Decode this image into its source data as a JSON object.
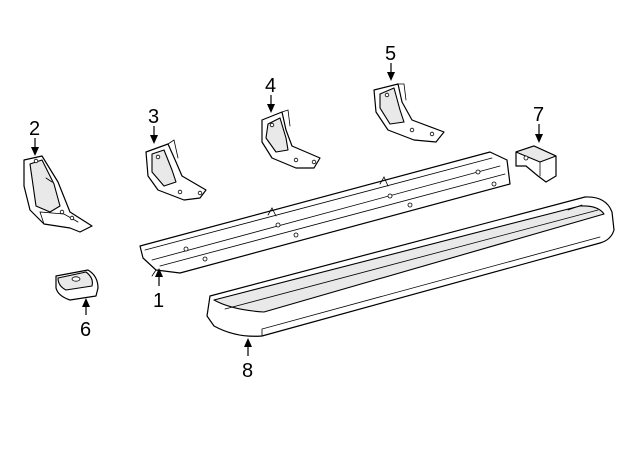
{
  "callouts": [
    {
      "id": "c1",
      "label": "1"
    },
    {
      "id": "c2",
      "label": "2"
    },
    {
      "id": "c3",
      "label": "3"
    },
    {
      "id": "c4",
      "label": "4"
    },
    {
      "id": "c5",
      "label": "5"
    },
    {
      "id": "c6",
      "label": "6"
    },
    {
      "id": "c7",
      "label": "7"
    },
    {
      "id": "c8",
      "label": "8"
    }
  ],
  "colors": {
    "line": "#000000",
    "background": "#ffffff",
    "shade": "#e9e9e9"
  }
}
